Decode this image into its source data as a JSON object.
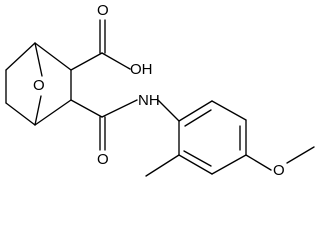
{
  "molecule": {
    "atoms": {
      "bridge_oxygen": "O",
      "acid_oh": "OH",
      "acid_carbonyl_oxygen": "O",
      "amide_nitrogen": "NH",
      "amide_carbonyl_oxygen": "O",
      "methoxy_oxygen": "O"
    }
  },
  "colors": {
    "bond": "#000000",
    "text": "#000000",
    "background": "#ffffff"
  }
}
